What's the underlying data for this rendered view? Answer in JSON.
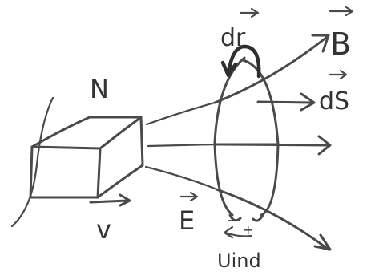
{
  "labels": {
    "north_pole": "N",
    "magnetic_field": "B",
    "area_element": "dS",
    "line_element": "dr",
    "electric_field": "E",
    "velocity": "v",
    "induced_voltage": "Uind",
    "minus_terminal": "−",
    "plus_terminal": "+"
  },
  "colors": {
    "ink": "#4a4a4a",
    "background": "#ffffff"
  }
}
